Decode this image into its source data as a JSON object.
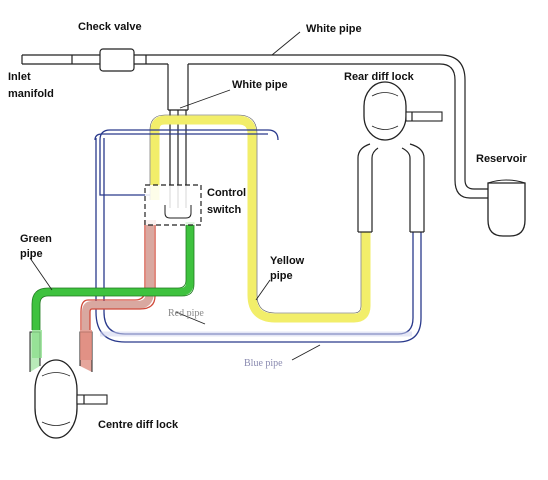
{
  "labels": {
    "check_valve": "Check valve",
    "white_pipe_top": "White pipe",
    "inlet_manifold_1": "Inlet",
    "inlet_manifold_2": "manifold",
    "white_pipe_mid": "White pipe",
    "rear_diff_lock": "Rear diff lock",
    "reservoir": "Reservoir",
    "control_switch_1": "Control",
    "control_switch_2": "switch",
    "green_pipe_1": "Green",
    "green_pipe_2": "pipe",
    "yellow_pipe_1": "Yellow",
    "yellow_pipe_2": "pipe",
    "red_pipe": "Red pipe",
    "blue_pipe": "Blue pipe",
    "centre_diff_lock": "Centre diff lock"
  },
  "colors": {
    "white_pipe": "#ffffff",
    "yellow_pipe": "#f2ee6a",
    "blue_pipe": "#2a3a8c",
    "green_pipe": "#3ec23e",
    "red_pipe": "#d04a3a"
  }
}
